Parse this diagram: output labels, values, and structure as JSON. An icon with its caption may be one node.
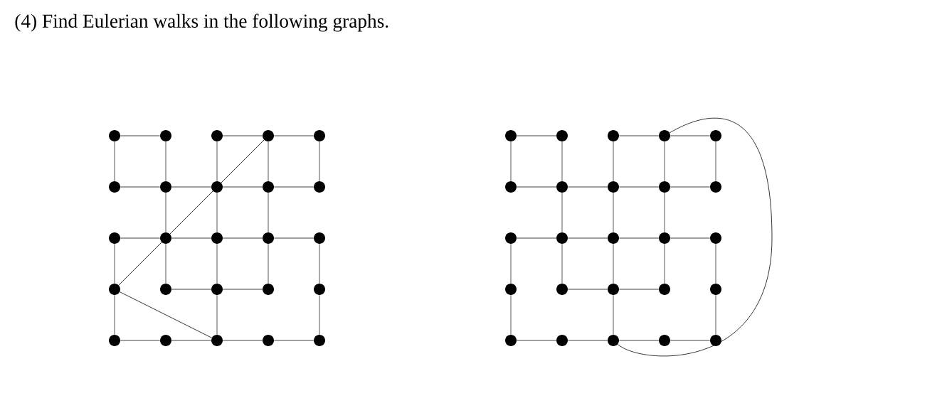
{
  "diagram": {
    "title": "(4) Find Eulerian walks in the following graphs.",
    "nodes": [
      {
        "text": [],
        "shape": "circle"
      },
      {
        "text": [],
        "shape": "circle"
      },
      {
        "text": [],
        "shape": "circle"
      },
      {
        "text": [],
        "shape": "circle"
      },
      {
        "text": [],
        "shape": "circle"
      },
      {
        "text": [],
        "shape": "circle"
      },
      {
        "text": [],
        "shape": "circle"
      },
      {
        "text": [],
        "shape": "circle"
      },
      {
        "text": [],
        "shape": "circle"
      },
      {
        "text": [],
        "shape": "circle"
      },
      {
        "text": [],
        "shape": "circle"
      },
      {
        "text": [],
        "shape": "circle"
      },
      {
        "text": [],
        "shape": "circle"
      },
      {
        "text": [],
        "shape": "circle"
      },
      {
        "text": [],
        "shape": "circle"
      },
      {
        "text": [],
        "shape": "circle"
      },
      {
        "text": [],
        "shape": "circle"
      },
      {
        "text": [],
        "shape": "circle"
      },
      {
        "text": [],
        "shape": "circle"
      },
      {
        "text": [],
        "shape": "circle"
      },
      {
        "text": [],
        "shape": "circle"
      },
      {
        "text": [],
        "shape": "circle"
      },
      {
        "text": [],
        "shape": "circle"
      },
      {
        "text": [],
        "shape": "circle"
      },
      {
        "text": [],
        "shape": "circle"
      },
      {
        "text": [],
        "shape": "circle"
      },
      {
        "text": [],
        "shape": "circle"
      },
      {
        "text": [],
        "shape": "circle"
      },
      {
        "text": [],
        "shape": "circle"
      },
      {
        "text": [],
        "shape": "circle"
      },
      {
        "text": [],
        "shape": "circle"
      },
      {
        "text": [],
        "shape": "circle"
      },
      {
        "text": [],
        "shape": "circle"
      },
      {
        "text": [],
        "shape": "circle"
      },
      {
        "text": [],
        "shape": "circle"
      },
      {
        "text": [],
        "shape": "circle"
      },
      {
        "text": [],
        "shape": "circle"
      },
      {
        "text": [],
        "shape": "circle"
      },
      {
        "text": [],
        "shape": "circle"
      },
      {
        "text": [],
        "shape": "circle"
      },
      {
        "text": [],
        "shape": "circle"
      },
      {
        "text": [],
        "shape": "circle"
      },
      {
        "text": [],
        "shape": "circle"
      },
      {
        "text": [],
        "shape": "circle"
      },
      {
        "text": [],
        "shape": "circle"
      },
      {
        "text": [],
        "shape": "circle"
      },
      {
        "text": [],
        "shape": "circle"
      },
      {
        "text": [],
        "shape": "circle"
      },
      {
        "text": [],
        "shape": "circle"
      },
      {
        "text": [],
        "shape": "circle"
      }
    ],
    "edges": [
      {
        "from": 0,
        "to": 1,
        "arrow": "none"
      },
      {
        "from": 2,
        "to": 3,
        "arrow": "none"
      },
      {
        "from": 3,
        "to": 4,
        "arrow": "none"
      },
      {
        "from": 5,
        "to": 6,
        "arrow": "none"
      },
      {
        "from": 6,
        "to": 7,
        "arrow": "none"
      },
      {
        "from": 7,
        "to": 8,
        "arrow": "none"
      },
      {
        "from": 8,
        "to": 9,
        "arrow": "none"
      },
      {
        "from": 10,
        "to": 11,
        "arrow": "none"
      },
      {
        "from": 11,
        "to": 12,
        "arrow": "none"
      },
      {
        "from": 12,
        "to": 13,
        "arrow": "none"
      },
      {
        "from": 13,
        "to": 14,
        "arrow": "none"
      },
      {
        "from": 16,
        "to": 17,
        "arrow": "none"
      },
      {
        "from": 17,
        "to": 18,
        "arrow": "none"
      },
      {
        "from": 20,
        "to": 21,
        "arrow": "none"
      },
      {
        "from": 21,
        "to": 22,
        "arrow": "none"
      },
      {
        "from": 22,
        "to": 23,
        "arrow": "none"
      },
      {
        "from": 23,
        "to": 24,
        "arrow": "none"
      },
      {
        "from": 0,
        "to": 5,
        "arrow": "none"
      },
      {
        "from": 10,
        "to": 15,
        "arrow": "none"
      },
      {
        "from": 15,
        "to": 20,
        "arrow": "none"
      },
      {
        "from": 1,
        "to": 6,
        "arrow": "none"
      },
      {
        "from": 6,
        "to": 11,
        "arrow": "none"
      },
      {
        "from": 11,
        "to": 16,
        "arrow": "none"
      },
      {
        "from": 2,
        "to": 7,
        "arrow": "none"
      },
      {
        "from": 7,
        "to": 12,
        "arrow": "none"
      },
      {
        "from": 12,
        "to": 17,
        "arrow": "none"
      },
      {
        "from": 17,
        "to": 22,
        "arrow": "none"
      },
      {
        "from": 3,
        "to": 8,
        "arrow": "none"
      },
      {
        "from": 8,
        "to": 13,
        "arrow": "none"
      },
      {
        "from": 13,
        "to": 18,
        "arrow": "none"
      },
      {
        "from": 4,
        "to": 9,
        "arrow": "none"
      },
      {
        "from": 14,
        "to": 19,
        "arrow": "none"
      },
      {
        "from": 19,
        "to": 24,
        "arrow": "none"
      },
      {
        "from": 15,
        "to": 11,
        "arrow": "none",
        "color": "#000000"
      },
      {
        "from": 11,
        "to": 7,
        "arrow": "none",
        "color": "#000000"
      },
      {
        "from": 7,
        "to": 3,
        "arrow": "none",
        "color": "#000000"
      },
      {
        "from": 15,
        "to": 22,
        "arrow": "none",
        "color": "#000000"
      },
      {
        "from": 25,
        "to": 26,
        "arrow": "none"
      },
      {
        "from": 27,
        "to": 28,
        "arrow": "none"
      },
      {
        "from": 28,
        "to": 29,
        "arrow": "none"
      },
      {
        "from": 30,
        "to": 31,
        "arrow": "none"
      },
      {
        "from": 31,
        "to": 32,
        "arrow": "none"
      },
      {
        "from": 32,
        "to": 33,
        "arrow": "none"
      },
      {
        "from": 33,
        "to": 34,
        "arrow": "none"
      },
      {
        "from": 35,
        "to": 36,
        "arrow": "none"
      },
      {
        "from": 36,
        "to": 37,
        "arrow": "none"
      },
      {
        "from": 37,
        "to": 38,
        "arrow": "none"
      },
      {
        "from": 38,
        "to": 39,
        "arrow": "none"
      },
      {
        "from": 41,
        "to": 42,
        "arrow": "none"
      },
      {
        "from": 42,
        "to": 43,
        "arrow": "none"
      },
      {
        "from": 45,
        "to": 46,
        "arrow": "none"
      },
      {
        "from": 46,
        "to": 47,
        "arrow": "none"
      },
      {
        "from": 47,
        "to": 48,
        "arrow": "none"
      },
      {
        "from": 48,
        "to": 49,
        "arrow": "none"
      },
      {
        "from": 25,
        "to": 30,
        "arrow": "none"
      },
      {
        "from": 35,
        "to": 40,
        "arrow": "none"
      },
      {
        "from": 40,
        "to": 45,
        "arrow": "none"
      },
      {
        "from": 26,
        "to": 31,
        "arrow": "none"
      },
      {
        "from": 31,
        "to": 36,
        "arrow": "none"
      },
      {
        "from": 36,
        "to": 41,
        "arrow": "none"
      },
      {
        "from": 27,
        "to": 32,
        "arrow": "none"
      },
      {
        "from": 32,
        "to": 37,
        "arrow": "none"
      },
      {
        "from": 37,
        "to": 42,
        "arrow": "none"
      },
      {
        "from": 42,
        "to": 47,
        "arrow": "none"
      },
      {
        "from": 28,
        "to": 33,
        "arrow": "none"
      },
      {
        "from": 33,
        "to": 38,
        "arrow": "none"
      },
      {
        "from": 38,
        "to": 43,
        "arrow": "none"
      },
      {
        "from": 29,
        "to": 34,
        "arrow": "none"
      },
      {
        "from": 39,
        "to": 44,
        "arrow": "none"
      },
      {
        "from": 44,
        "to": 49,
        "arrow": "none"
      },
      {
        "from": 28,
        "to": 47,
        "arrow": "none",
        "color": "#000000"
      }
    ]
  }
}
